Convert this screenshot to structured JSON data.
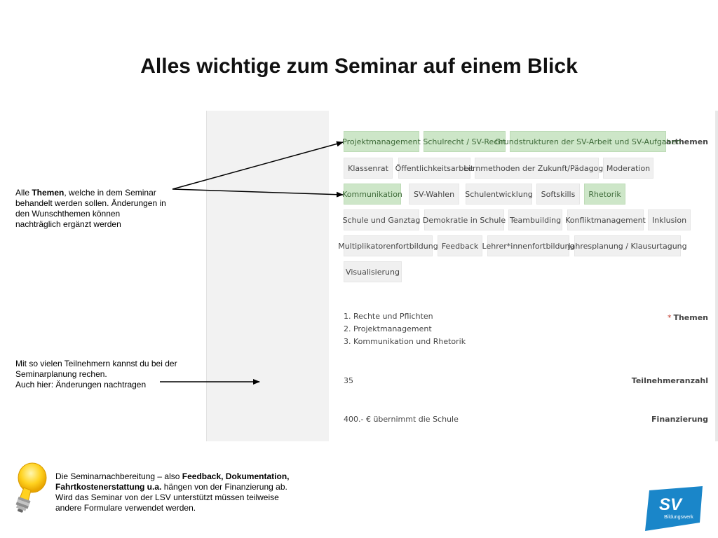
{
  "title": "Alles wichtige zum Seminar auf einem Blick",
  "form": {
    "seminar_topics_label": "Seminarthemen",
    "required_marker": "*",
    "topic_tags": [
      {
        "label": "Projektmanagement",
        "selected": true
      },
      {
        "label": "Schulrecht / SV-Recht",
        "selected": true
      },
      {
        "label": "Grundstrukturen der SV-Arbeit und SV-Aufgaben",
        "selected": true
      },
      {
        "label": "Klassenrat",
        "selected": false
      },
      {
        "label": "Öffentlichkeitsarbeit",
        "selected": false
      },
      {
        "label": "Lernmethoden der Zukunft/Pädagogik",
        "selected": false
      },
      {
        "label": "Moderation",
        "selected": false
      },
      {
        "label": "Kommunikation",
        "selected": true
      },
      {
        "label": "SV-Wahlen",
        "selected": false
      },
      {
        "label": "Schulentwicklung",
        "selected": false
      },
      {
        "label": "Softskills",
        "selected": false
      },
      {
        "label": "Rhetorik",
        "selected": true
      },
      {
        "label": "Schule und Ganztag",
        "selected": false
      },
      {
        "label": "Demokratie in Schule",
        "selected": false
      },
      {
        "label": "Teambuilding",
        "selected": false
      },
      {
        "label": "Konfliktmanagement",
        "selected": false
      },
      {
        "label": "Inklusion",
        "selected": false
      },
      {
        "label": "Multiplikatorenfortbildung",
        "selected": false
      },
      {
        "label": "Feedback",
        "selected": false
      },
      {
        "label": "Lehrer*innenfortbildung",
        "selected": false
      },
      {
        "label": "Jahresplanung / Klausurtagung",
        "selected": false
      },
      {
        "label": "Visualisierung",
        "selected": false
      }
    ],
    "themes_label": "Themen",
    "themes_list": [
      "1. Rechte und Pflichten",
      "2. Projektmanagement",
      "3. Kommunikation und Rhetorik"
    ],
    "participants_label": "Teilnehmeranzahl",
    "participants_value": "35",
    "financing_label": "Finanzierung",
    "financing_value": "400.- € übernimmt die Schule"
  },
  "annotations": {
    "themes_note": {
      "prefix": "Alle ",
      "bold": "Themen",
      "rest_1": ", welche in dem Seminar",
      "line_2": "behandelt werden sollen. Änderungen in",
      "line_3": "den Wunschthemen können",
      "line_4": "nachträglich ergänzt werden"
    },
    "participants_note": {
      "line_1": "Mit so vielen Teilnehmern kannst du bei der",
      "line_2": "Seminarplanung rechen.",
      "line_3": "Auch hier: Änderungen nachtragen"
    },
    "bottom_note": {
      "part_1": "Die Seminarnachbereitung – also ",
      "bold_1": "Feedback, Dokumentation, Fahrtkostenerstattung u.a.",
      "part_2": " hängen von der Finanzierung ab.",
      "line_2": "Wird das Seminar von der LSV unterstützt müssen teilweise",
      "line_3": "andere Formulare verwendet werden."
    }
  },
  "logo": {
    "text": "SV",
    "subtext": "Bildungswerk",
    "color": "#1a86c9"
  },
  "colors": {
    "selected_tag_bg": "#cde6c8",
    "selected_tag_text": "#3f6b3a",
    "tag_bg": "#f0f0f0",
    "required": "#c0392b"
  },
  "icons": {
    "bulb": "lightbulb-icon"
  }
}
